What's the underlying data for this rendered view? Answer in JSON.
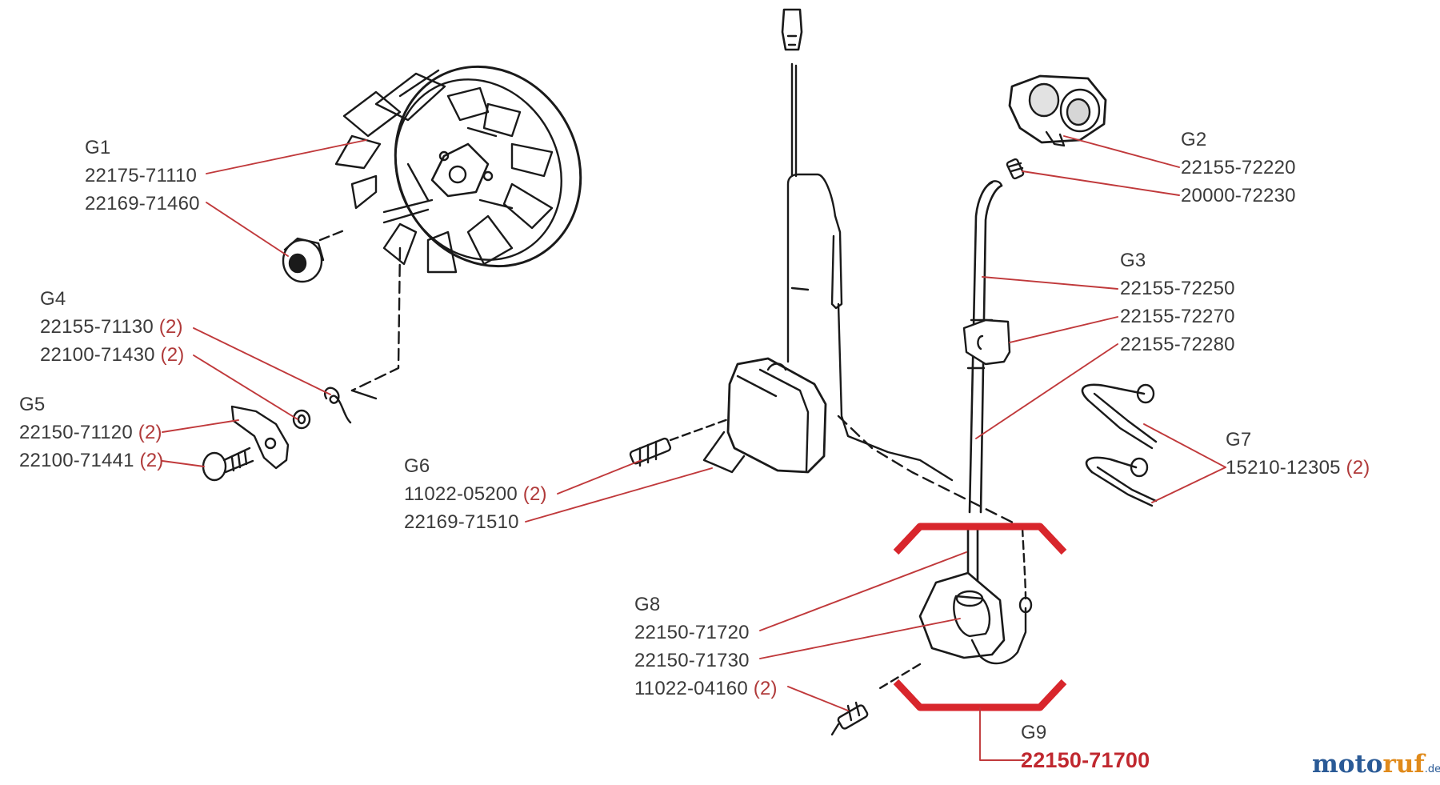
{
  "groups": [
    {
      "id": "G1",
      "parts": [
        {
          "pn": "22175-71110",
          "qty": ""
        },
        {
          "pn": "22169-71460",
          "qty": ""
        }
      ]
    },
    {
      "id": "G2",
      "parts": [
        {
          "pn": "22155-72220",
          "qty": ""
        },
        {
          "pn": "20000-72230",
          "qty": ""
        }
      ]
    },
    {
      "id": "G3",
      "parts": [
        {
          "pn": "22155-72250",
          "qty": ""
        },
        {
          "pn": "22155-72270",
          "qty": ""
        },
        {
          "pn": "22155-72280",
          "qty": ""
        }
      ]
    },
    {
      "id": "G4",
      "parts": [
        {
          "pn": "22155-71130",
          "qty": "(2)"
        },
        {
          "pn": "22100-71430",
          "qty": "(2)"
        }
      ]
    },
    {
      "id": "G5",
      "parts": [
        {
          "pn": "22150-71120",
          "qty": "(2)"
        },
        {
          "pn": "22100-71441",
          "qty": "(2)"
        }
      ]
    },
    {
      "id": "G6",
      "parts": [
        {
          "pn": "11022-05200",
          "qty": "(2)"
        },
        {
          "pn": "22169-71510",
          "qty": ""
        }
      ]
    },
    {
      "id": "G7",
      "parts": [
        {
          "pn": "15210-12305",
          "qty": "(2)"
        }
      ]
    },
    {
      "id": "G8",
      "parts": [
        {
          "pn": "22150-71720",
          "qty": ""
        },
        {
          "pn": "22150-71730",
          "qty": ""
        },
        {
          "pn": "11022-04160",
          "qty": "(2)"
        }
      ]
    },
    {
      "id": "G9",
      "parts": [
        {
          "pn": "22150-71700",
          "qty": ""
        }
      ]
    }
  ],
  "logo": {
    "main_1": "moto",
    "main_2": "ruf",
    "suffix": ".de"
  },
  "colors": {
    "leader": "#c0393b",
    "highlight": "#d8262c",
    "drawing": "#1a1a1a",
    "qty": "#b03a3a"
  }
}
